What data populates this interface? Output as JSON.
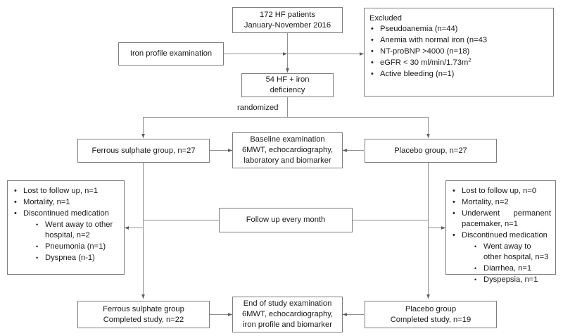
{
  "diagram": {
    "title": "HF iron deficiency randomized trial flow diagram",
    "line_color": "#7d7d7d",
    "text_color": "#1a1a1a",
    "background": "#ffffff"
  },
  "nodes": {
    "enrollment": {
      "line1": "172 HF patients",
      "line2": "January-November 2016"
    },
    "iron_profile": {
      "label": "Iron profile examination"
    },
    "excluded": {
      "heading": "Excluded",
      "items": [
        "Pseudoanemia (n=44)",
        "Anemia with normal iron (n=43",
        "NT-proBNP >4000 (n=18)",
        "eGFR < 30 ml/min/1.73m",
        "Active bleeding (n=1)"
      ],
      "egfr_superscript": "2"
    },
    "eligible": {
      "line1": "54 HF + iron",
      "line2": "deficiency"
    },
    "randomized_label": "randomized",
    "ferrous_group": {
      "label": "Ferrous sulphate group, n=27"
    },
    "placebo_group": {
      "label": "Placebo group, n=27"
    },
    "baseline_exam": {
      "line1": "Baseline examination",
      "line2": "6MWT, echocardiography,",
      "line3": "laboratory and biomarker"
    },
    "followup": {
      "label": "Follow up every month"
    },
    "ferrous_losses": {
      "items": [
        "Lost to follow up, n=1",
        "Mortality, n=1",
        "Discontinued medication"
      ],
      "subitems": [
        "Went away to other hospital, n=2",
        "Pneumonia (n=1)",
        "Dyspnea (n-1)"
      ]
    },
    "placebo_losses": {
      "items": [
        "Lost to follow up, n=0",
        "Mortality, n=2",
        "Underwent permanent pacemaker, n=1",
        "Discontinued medication"
      ],
      "subitems": [
        "Went away to other hospital, n=3",
        "Diarrhea, n=1",
        "Dyspepsia, n=1"
      ]
    },
    "ferrous_completed": {
      "line1": "Ferrous sulphate group",
      "line2": "Completed study, n=22"
    },
    "placebo_completed": {
      "line1": "Placebo group",
      "line2": "Completed study, n=19"
    },
    "end_exam": {
      "line1": "End of study examination",
      "line2": "6MWT, echocardiography,",
      "line3": "iron profile and biomarker"
    }
  }
}
